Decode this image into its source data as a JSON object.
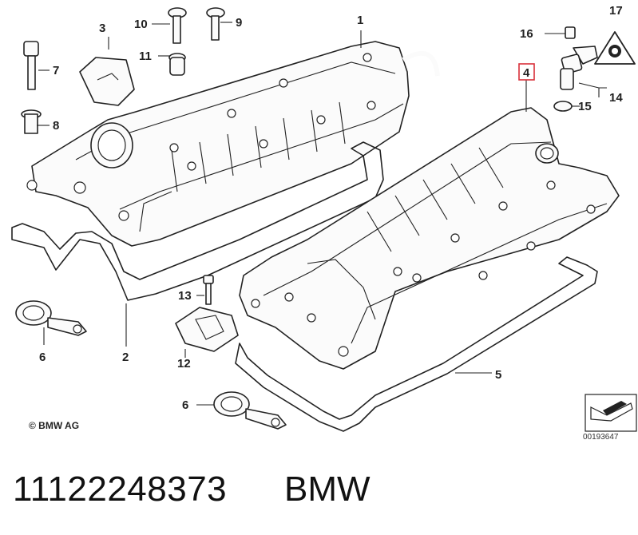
{
  "diagram": {
    "callouts": [
      "1",
      "2",
      "3",
      "4",
      "5",
      "6",
      "6",
      "7",
      "8",
      "9",
      "10",
      "11",
      "12",
      "13",
      "14",
      "15",
      "16",
      "17"
    ],
    "highlighted_callout": "4",
    "highlight_color": "#d9303a",
    "copyright": "© BMW AG",
    "drawing_number": "00193647"
  },
  "footer": {
    "part_number": "11122248373",
    "brand": "BMW"
  }
}
